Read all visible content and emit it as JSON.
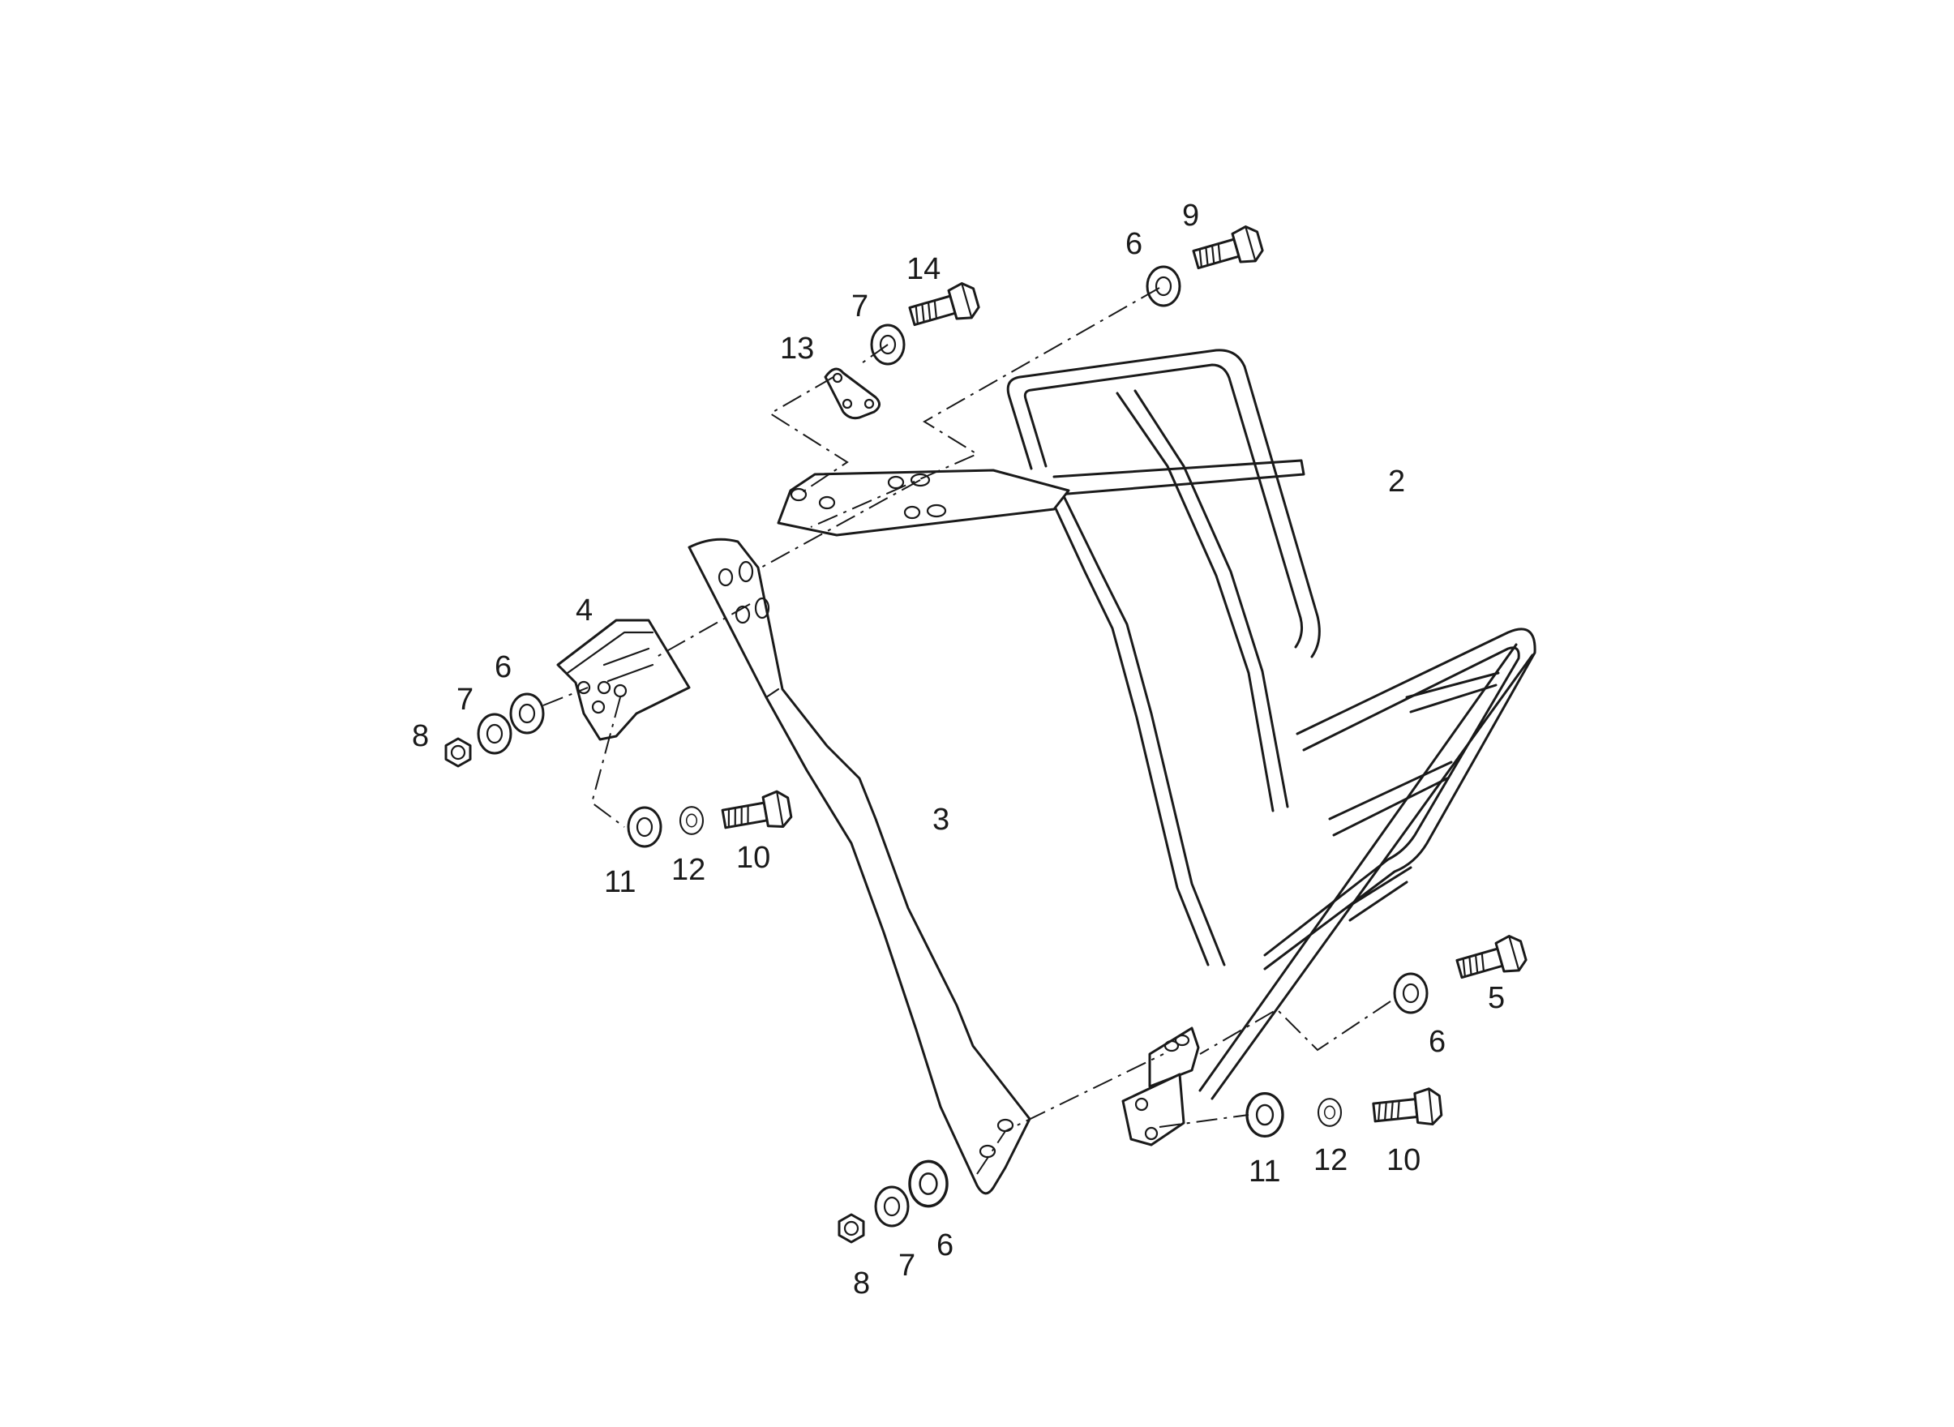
{
  "labels": {
    "rack": "2",
    "stay_long": "3",
    "bracket_left": "4",
    "bolt_lower_right": "5",
    "washer_top": "6",
    "washer_left": "6",
    "washer_right": "6",
    "washer_bottom": "6",
    "spring_washer_top": "7",
    "spring_washer_left": "7",
    "spring_washer_bottom": "7",
    "nut_left": "8",
    "nut_bottom": "8",
    "bolt_top_right": "9",
    "bolt_left": "10",
    "bolt_right": "10",
    "flat_washer_left": "11",
    "flat_washer_right": "11",
    "lock_washer_left": "12",
    "lock_washer_right": "12",
    "plate_top": "13",
    "bolt_top": "14"
  }
}
